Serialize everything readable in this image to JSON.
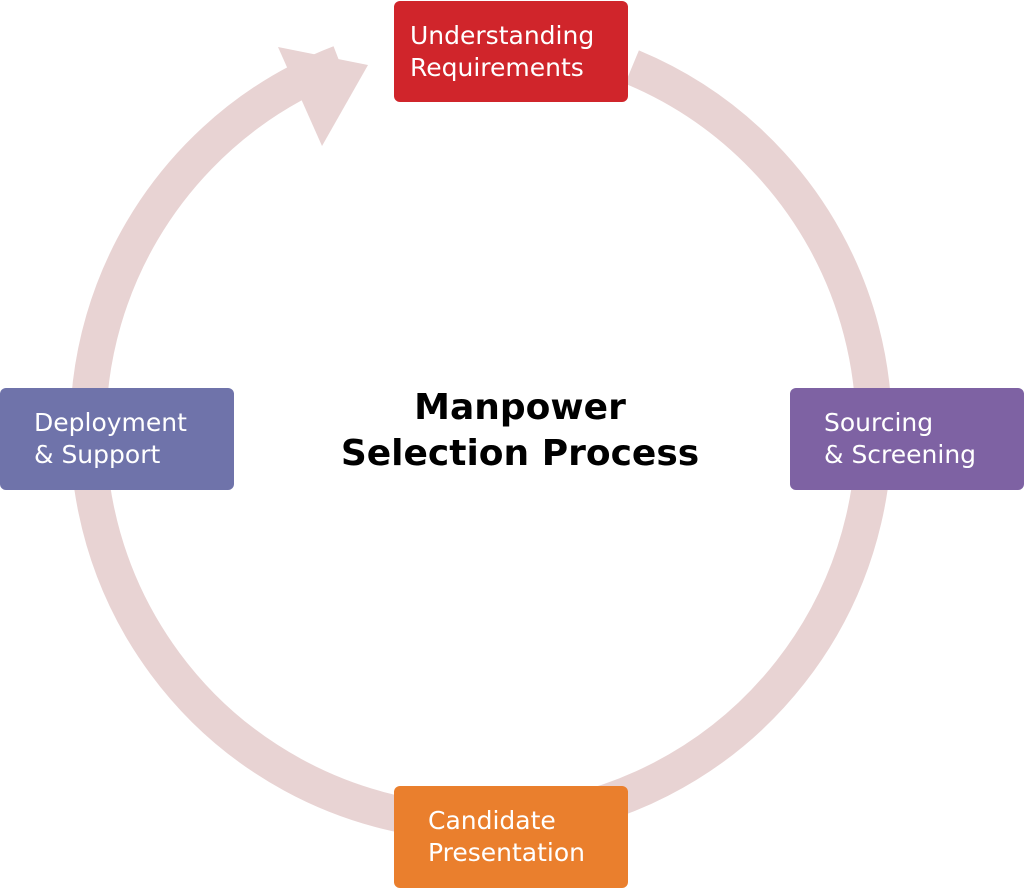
{
  "diagram": {
    "title_lines": [
      "Manpower",
      "Selection Process"
    ],
    "steps": [
      {
        "id": "understanding-requirements",
        "lines": [
          "Understanding",
          "Requirements"
        ],
        "color": "#d0252b"
      },
      {
        "id": "sourcing-screening",
        "lines": [
          "Sourcing",
          "& Screening"
        ],
        "color": "#7e62a3"
      },
      {
        "id": "candidate-presentation",
        "lines": [
          "Candidate",
          "Presentation"
        ],
        "color": "#ea7f2d"
      },
      {
        "id": "deployment-support",
        "lines": [
          "Deployment",
          "& Support"
        ],
        "color": "#6f73aa"
      }
    ],
    "cycle_color": "#e8d3d3",
    "direction": "clockwise"
  }
}
